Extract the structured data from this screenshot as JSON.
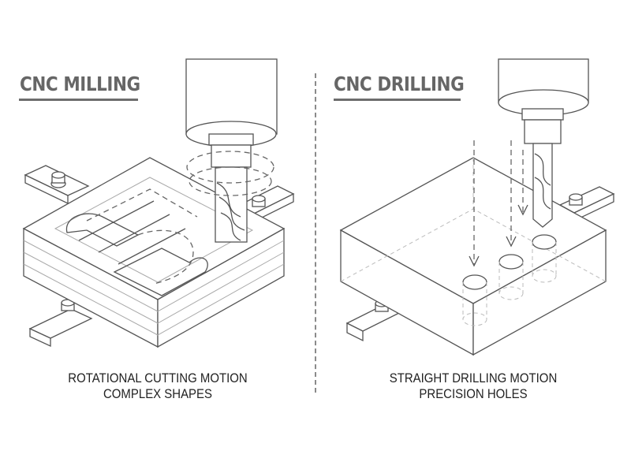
{
  "panels": [
    {
      "id": "milling",
      "title": "CNC MILLING",
      "caption_line1": "ROTATIONAL CUTTING MOTION",
      "caption_line2": "COMPLEX SHAPES",
      "illustration": "end-mill-cutting-pocket-in-clamped-workpiece",
      "motion_indicators": [
        "rotation-arrows",
        "toolpath-arrows"
      ]
    },
    {
      "id": "drilling",
      "title": "CNC DRILLING",
      "caption_line1": "STRAIGHT DRILLING MOTION",
      "caption_line2": "PRECISION HOLES",
      "illustration": "twist-drill-above-block-with-three-holes",
      "motion_indicators": [
        "downward-arrows"
      ]
    }
  ],
  "colors": {
    "title": "#666666",
    "underline": "#6d6d6d",
    "caption": "#222222",
    "line": "#555555",
    "divider": "#8a8a8a",
    "background": "#ffffff"
  }
}
